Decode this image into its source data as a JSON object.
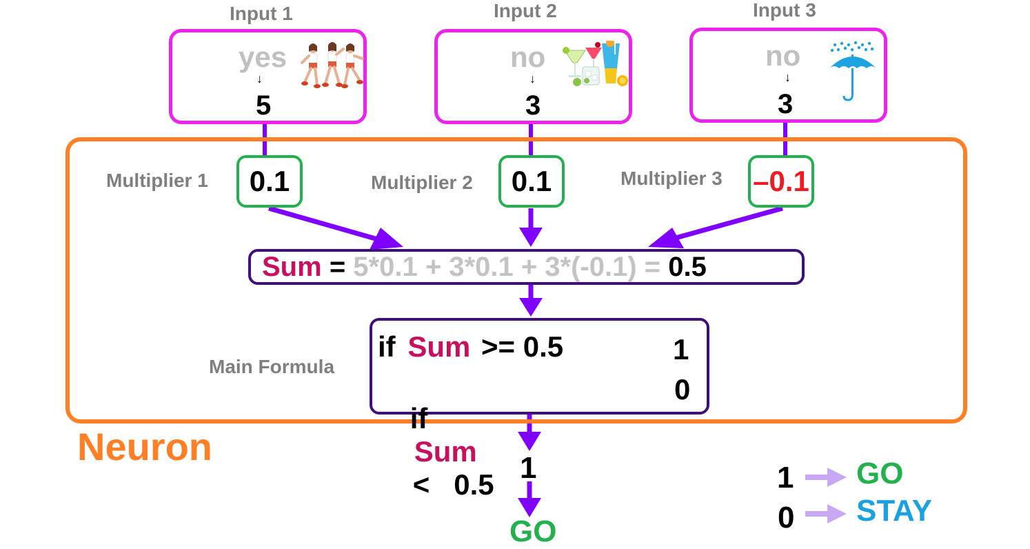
{
  "inputs": [
    {
      "label": "Input 1",
      "word": "yes",
      "value": "5",
      "icon": "dancing-people-icon"
    },
    {
      "label": "Input 2",
      "word": "no",
      "value": "3",
      "icon": "drinks-icon"
    },
    {
      "label": "Input 3",
      "word": "no",
      "value": "3",
      "icon": "umbrella-rain-icon"
    }
  ],
  "small_arrow": "↓",
  "multipliers": [
    {
      "label": "Multiplier 1",
      "value": "0.1"
    },
    {
      "label": "Multiplier 2",
      "value": "0.1"
    },
    {
      "label": "Multiplier 3",
      "value": "–0.1"
    }
  ],
  "sum": {
    "word": "Sum",
    "equals": "=",
    "expression": "5*0.1 + 3*0.1 + 3*(-0.1) =",
    "result": "0.5"
  },
  "formula": {
    "label": "Main Formula",
    "line1": {
      "if": "if",
      "sum": "Sum",
      "op": ">= 0.5",
      "out": "1"
    },
    "line2": {
      "if": "if",
      "sum": "Sum",
      "op": "<   0.5",
      "out": "0"
    }
  },
  "neuron_label": "Neuron",
  "output_value": "1",
  "output_word": "GO",
  "legend": [
    {
      "value": "1",
      "word": "GO",
      "color": "#22b14c"
    },
    {
      "value": "0",
      "word": "STAY",
      "color": "#1ba1e2"
    }
  ],
  "colors": {
    "input_border": "#ee22ee",
    "neuron_border": "#ff7f27",
    "multiplier_border": "#22b14c",
    "sum_border": "#3f0f7f",
    "arrow": "#8000ff",
    "negative": "#ed1c24",
    "sum_word": "#c8105e"
  }
}
